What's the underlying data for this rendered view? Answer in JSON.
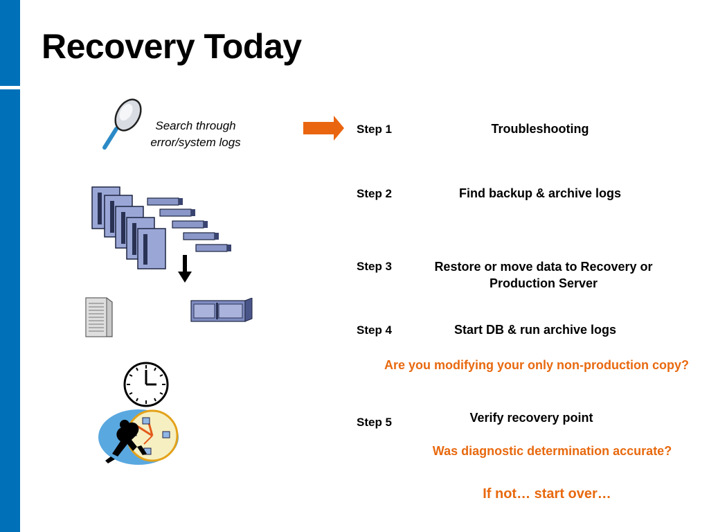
{
  "title": "Recovery Today",
  "search_caption": [
    "Search through",
    "error/system logs"
  ],
  "steps": [
    {
      "label": "Step 1",
      "text": "Troubleshooting"
    },
    {
      "label": "Step 2",
      "text": "Find backup & archive logs"
    },
    {
      "label": "Step 3",
      "text_lines": [
        "Restore or move data to Recovery or",
        "Production Server"
      ]
    },
    {
      "label": "Step 4",
      "text": "Start DB & run archive logs"
    },
    {
      "label": "Step 5",
      "text": "Verify recovery point"
    }
  ],
  "question_1": "Are you modifying your only non-production copy?",
  "question_2": "Was diagnostic determination accurate?",
  "final_note": "If not… start over…",
  "colors": {
    "accent_blue": "#0071b9",
    "accent_orange": "#e8690f"
  }
}
